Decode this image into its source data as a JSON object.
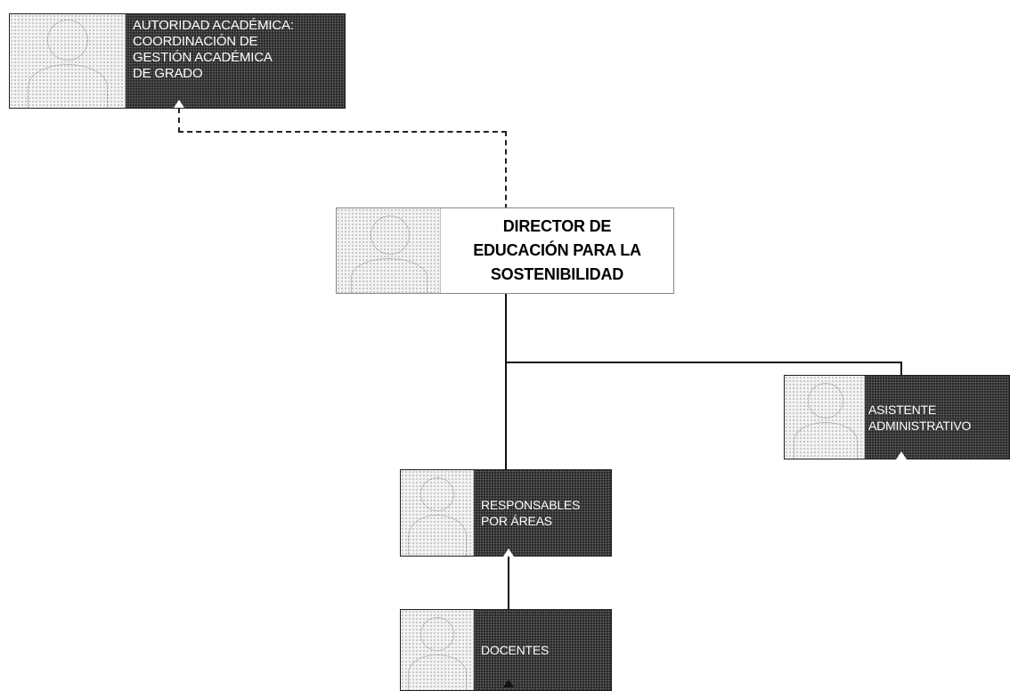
{
  "diagram": {
    "type": "org-chart",
    "nodes": [
      {
        "id": "autoridad",
        "text": "AUTORIDAD ACADÉMICA:\nCOORDINACIÓN DE\nGESTIÓN ACADÉMICA\nDE GRADO"
      },
      {
        "id": "director",
        "text": "DIRECTOR DE\nEDUCACIÓN PARA LA\nSOSTENIBILIDAD"
      },
      {
        "id": "asistente",
        "text": "ASISTENTE\nADMINISTRATIVO"
      },
      {
        "id": "responsables",
        "text": "RESPONSABLES\nPOR ÁREAS"
      },
      {
        "id": "docentes",
        "text": "DOCENTES"
      }
    ],
    "edges": [
      {
        "from": "director",
        "to": "autoridad",
        "style": "dashed"
      },
      {
        "from": "director",
        "to": "asistente",
        "style": "solid"
      },
      {
        "from": "director",
        "to": "responsables",
        "style": "solid"
      },
      {
        "from": "docentes",
        "to": "responsables",
        "style": "solid"
      }
    ]
  },
  "colors": {
    "dark_box": "#2b2b2b",
    "light_box": "#ffffff",
    "line": "#111111"
  }
}
